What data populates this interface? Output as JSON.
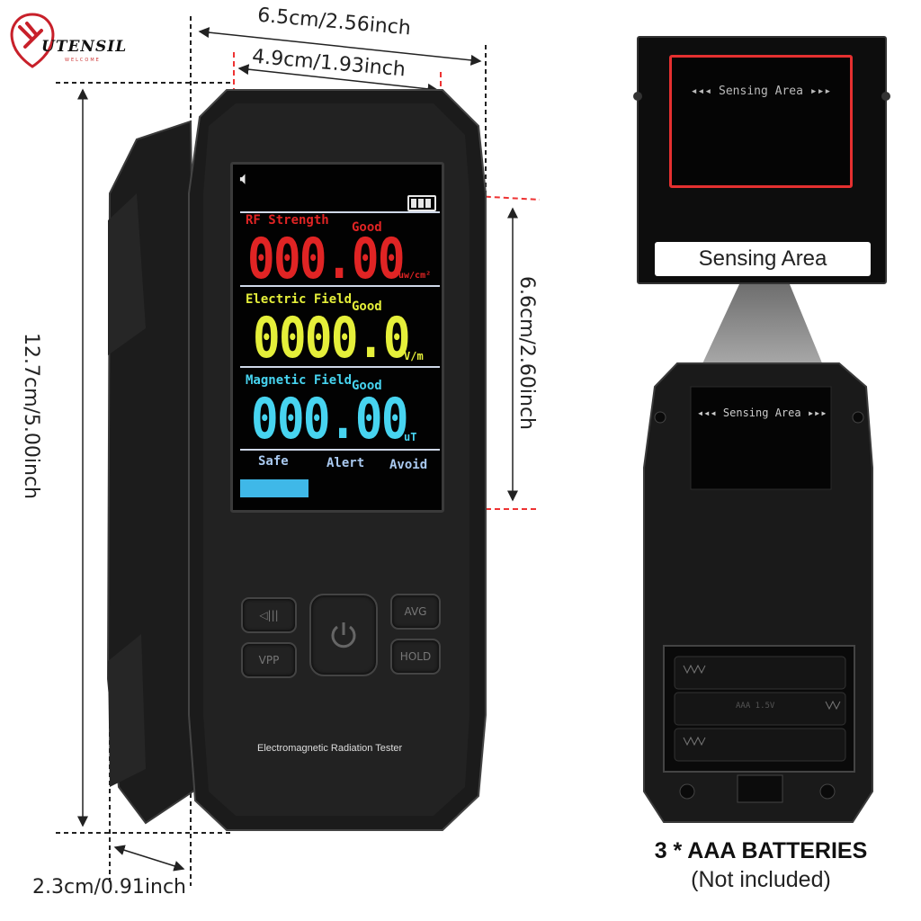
{
  "logo": {
    "brand": "UTENSIL",
    "tagline": "WELCOME"
  },
  "dimensions": {
    "width_outer": "6.5cm/2.56inch",
    "width_inner": "4.9cm/1.93inch",
    "height_total": "12.7cm/5.00inch",
    "height_screen": "6.6cm/2.60inch",
    "depth": "2.3cm/0.91inch"
  },
  "screen": {
    "rf": {
      "label": "RF Strength",
      "status": "Good",
      "value": "000.00",
      "unit": "uw/cm²"
    },
    "electric": {
      "label": "Electric Field",
      "status": "Good",
      "value": "0000.0",
      "unit": "V/m"
    },
    "magnetic": {
      "label": "Magnetic  Field",
      "status": "Good",
      "value": "000.00",
      "unit": "uT"
    },
    "scale": {
      "safe": "Safe",
      "alert": "Alert",
      "avoid": "Avoid"
    },
    "colors": {
      "rf": "#e02424",
      "electric": "#e5ef3a",
      "magnetic": "#47d4f0",
      "bar": "#3fb8e8"
    }
  },
  "buttons": {
    "sound": "◁|||",
    "vpp": "VPP",
    "avg": "AVG",
    "hold": "HOLD"
  },
  "device_title": "Electromagnetic Radiation Tester",
  "sensing": {
    "arrows_text": "◂◂◂ Sensing  Area ▸▸▸",
    "label": "Sensing Area",
    "back_arrows_text": "◂◂◂ Sensing  Area ▸▸▸"
  },
  "battery": {
    "title": "3 * AAA BATTERIES",
    "note": "(Not included)",
    "cell_text": "AAA  1.5V"
  }
}
